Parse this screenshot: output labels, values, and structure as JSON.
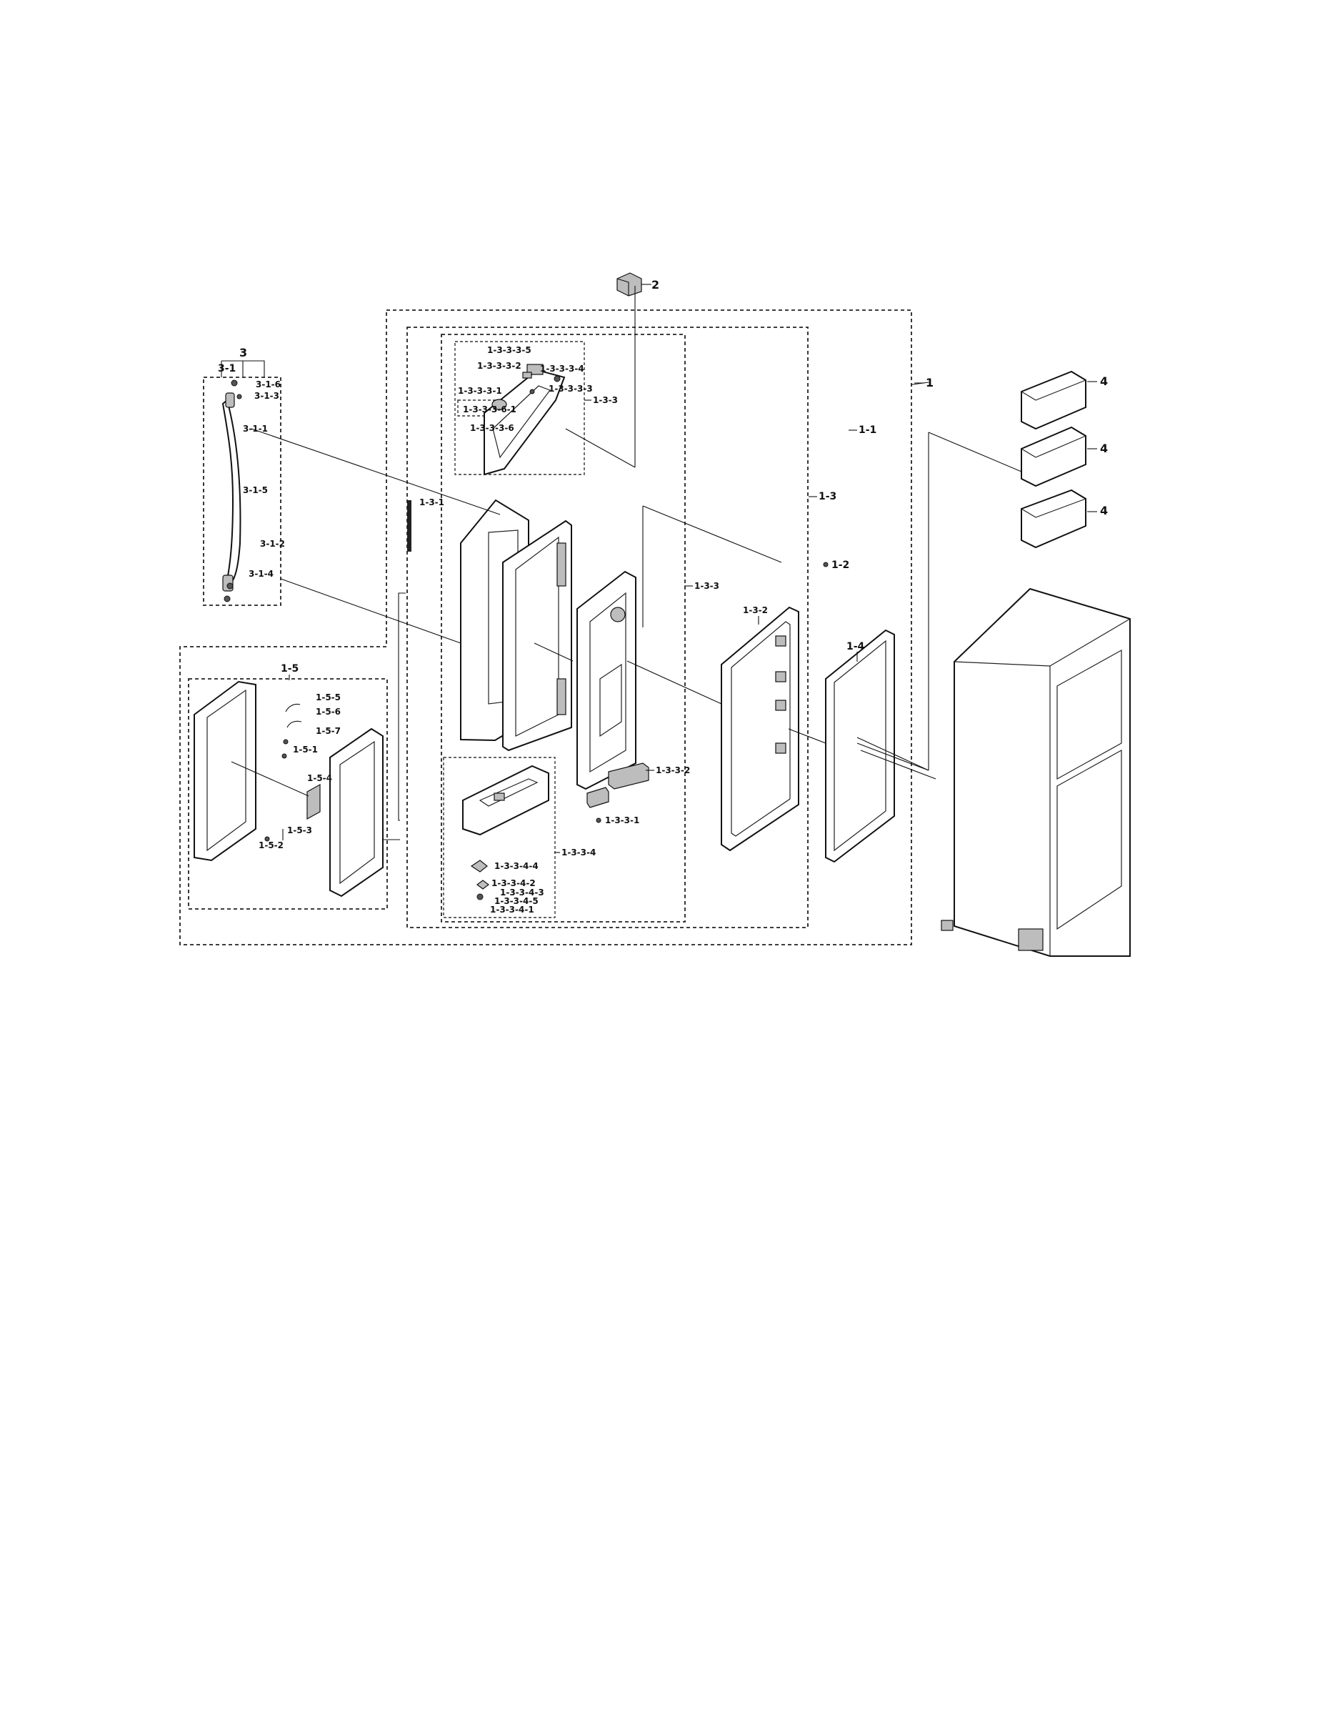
{
  "callouts": {
    "c1": "1",
    "c1_1": "1-1",
    "c1_2": "1-2",
    "c1_3": "1-3",
    "c1_4": "1-4",
    "c1_5": "1-5",
    "c1_3_1": "1-3-1",
    "c1_3_2": "1-3-2",
    "c1_3_3a": "1-3-3",
    "c1_3_3b": "1-3-3",
    "c1_3_3_1": "1-3-3-1",
    "c1_3_3_2": "1-3-3-2",
    "c1_3_3_4": "1-3-3-4",
    "c1_3_3_3_1": "1-3-3-3-1",
    "c1_3_3_3_2": "1-3-3-3-2",
    "c1_3_3_3_3": "1-3-3-3-3",
    "c1_3_3_3_4": "1-3-3-3-4",
    "c1_3_3_3_5": "1-3-3-3-5",
    "c1_3_3_3_6": "1-3-3-3-6",
    "c1_3_3_3_6_1": "1-3-3-3-6-1",
    "c1_3_3_4_1": "1-3-3-4-1",
    "c1_3_3_4_2": "1-3-3-4-2",
    "c1_3_3_4_3": "1-3-3-4-3",
    "c1_3_3_4_4": "1-3-3-4-4",
    "c1_3_3_4_5": "1-3-3-4-5",
    "c1_5_1": "1-5-1",
    "c1_5_2": "1-5-2",
    "c1_5_3": "1-5-3",
    "c1_5_4": "1-5-4",
    "c1_5_5": "1-5-5",
    "c1_5_6": "1-5-6",
    "c1_5_7": "1-5-7",
    "c2": "2",
    "c3": "3",
    "c3_1": "3-1",
    "c3_1_1": "3-1-1",
    "c3_1_2": "3-1-2",
    "c3_1_3": "3-1-3",
    "c3_1_4": "3-1-4",
    "c3_1_5": "3-1-5",
    "c3_1_6": "3-1-6",
    "c4a": "4",
    "c4b": "4",
    "c4c": "4"
  }
}
